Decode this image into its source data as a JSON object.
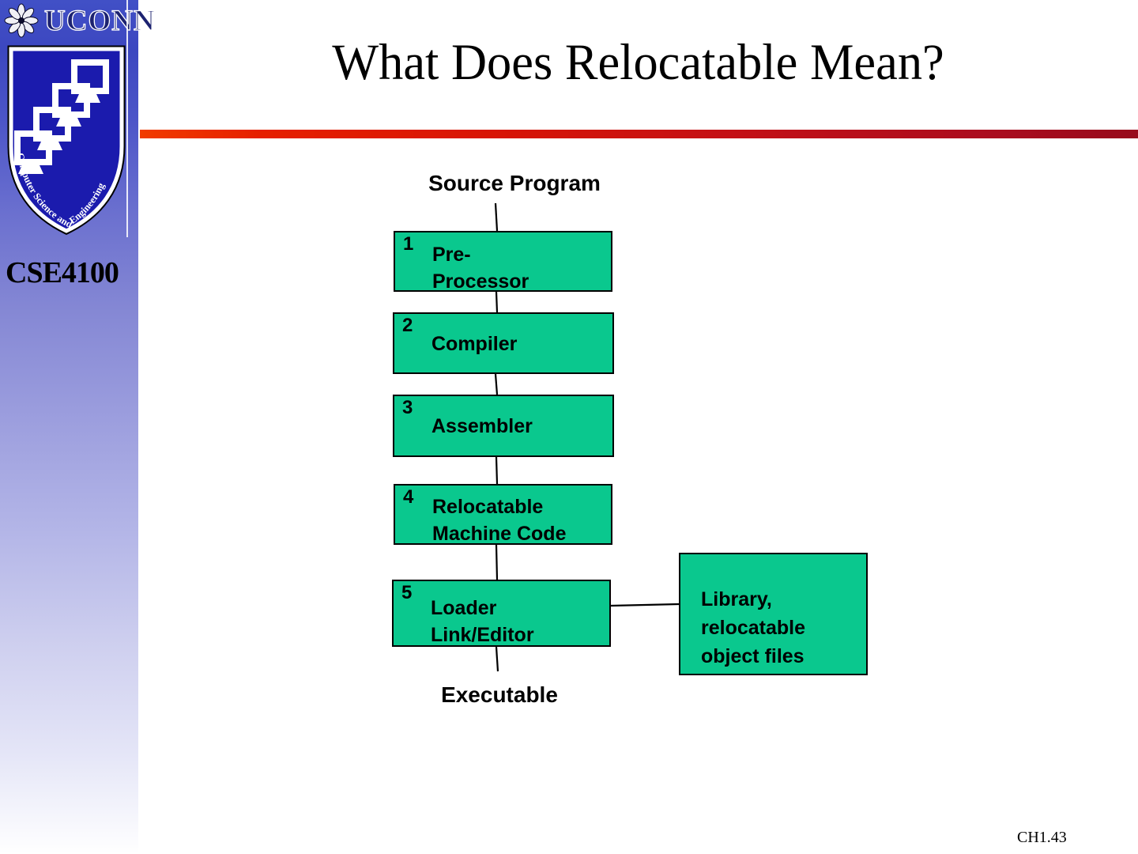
{
  "sidebar": {
    "uconn_label": "UCONN",
    "seal_text": "Computer Science and Engineering",
    "course_code": "CSE4100"
  },
  "header": {
    "title": "What Does Relocatable Mean?"
  },
  "diagram": {
    "top_label": "Source Program",
    "bottom_label": "Executable",
    "boxes": [
      {
        "number": "1",
        "lines": [
          "Pre-",
          "Processor"
        ]
      },
      {
        "number": "2",
        "lines": [
          "Compiler"
        ]
      },
      {
        "number": "3",
        "lines": [
          "Assembler"
        ]
      },
      {
        "number": "4",
        "lines": [
          "Relocatable",
          "Machine Code"
        ]
      },
      {
        "number": "5",
        "lines": [
          "Loader",
          "Link/Editor"
        ]
      }
    ],
    "side_box": {
      "lines": [
        "Library,",
        "relocatable",
        "object files"
      ]
    }
  },
  "footer": {
    "page_number": "CH1.43"
  },
  "colors": {
    "box_fill": "#0ac88e",
    "box_border": "#000000",
    "divider_left": "#ee3300",
    "divider_right": "#9b0a1c",
    "shield_blue": "#1b1bad",
    "sidebar_top": "#4150c6",
    "sidebar_bottom": "#ffffff"
  }
}
